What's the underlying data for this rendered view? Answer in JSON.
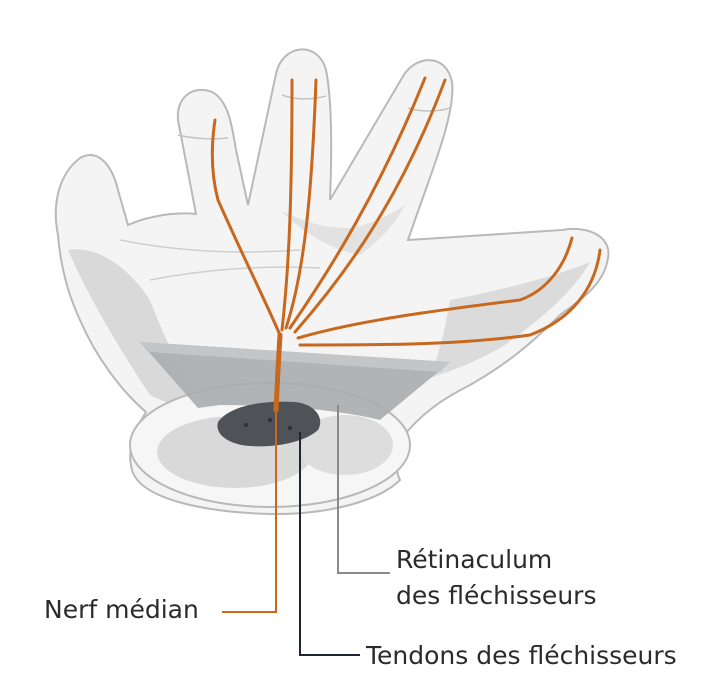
{
  "labels": {
    "retinaculum_line1": "Rétinaculum",
    "retinaculum_line2": "des fléchisseurs",
    "nerve": "Nerf médian",
    "tendons": "Tendons des fléchisseurs"
  },
  "colors": {
    "nerve": "#c8681e",
    "tendon_line": "#1f2633",
    "retinaculum_line": "#8a8a8a",
    "hand_outline": "#b9b9b9",
    "hand_fill": "#f4f4f4",
    "shadow": "#d6d6d6",
    "retinaculum_band": "#a9adaf",
    "tendons_fill": "#4f5358"
  }
}
